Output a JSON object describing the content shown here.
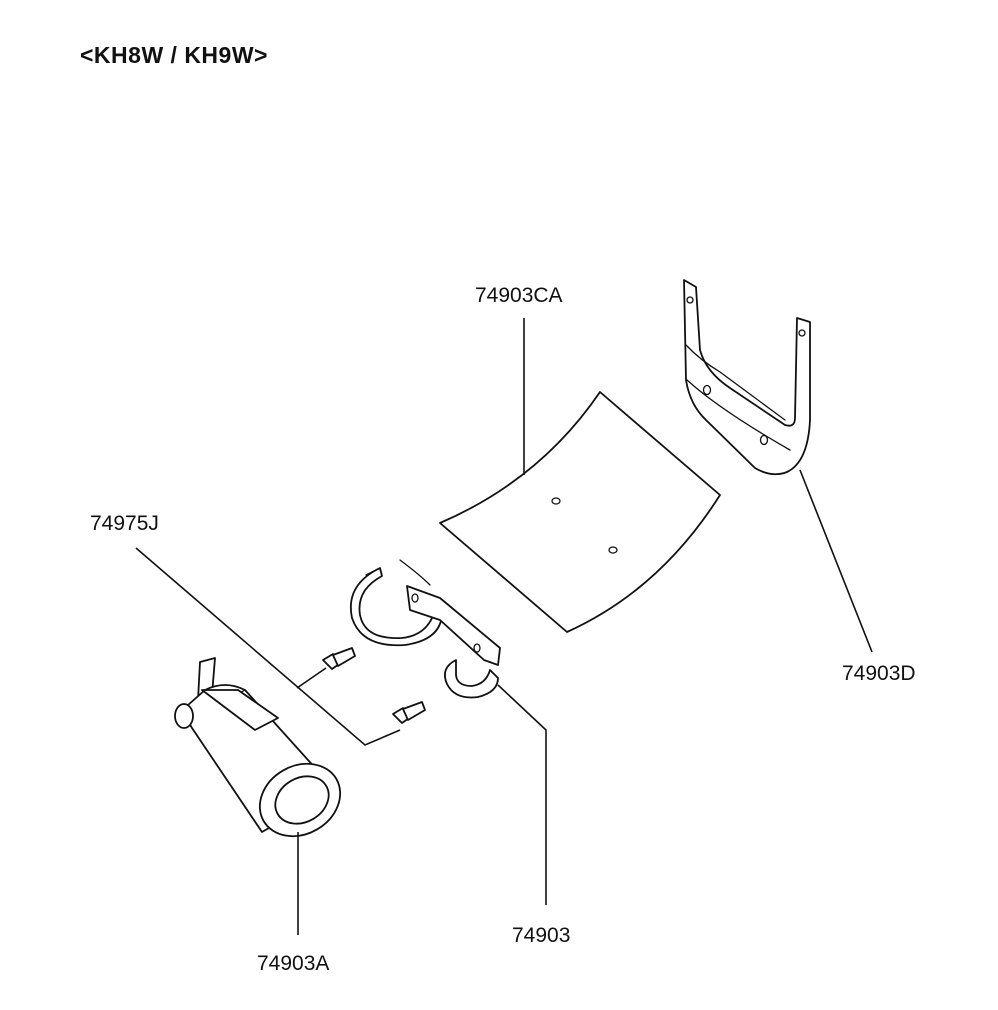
{
  "header": {
    "title": "<KH8W / KH9W>"
  },
  "parts": [
    {
      "id": "clamp-bracket",
      "label": "74903"
    },
    {
      "id": "muffler-body",
      "label": "74903A"
    },
    {
      "id": "heat-shield",
      "label": "74903CA"
    },
    {
      "id": "hanger-bracket",
      "label": "74903D"
    },
    {
      "id": "bolt",
      "label": "74975J"
    }
  ]
}
